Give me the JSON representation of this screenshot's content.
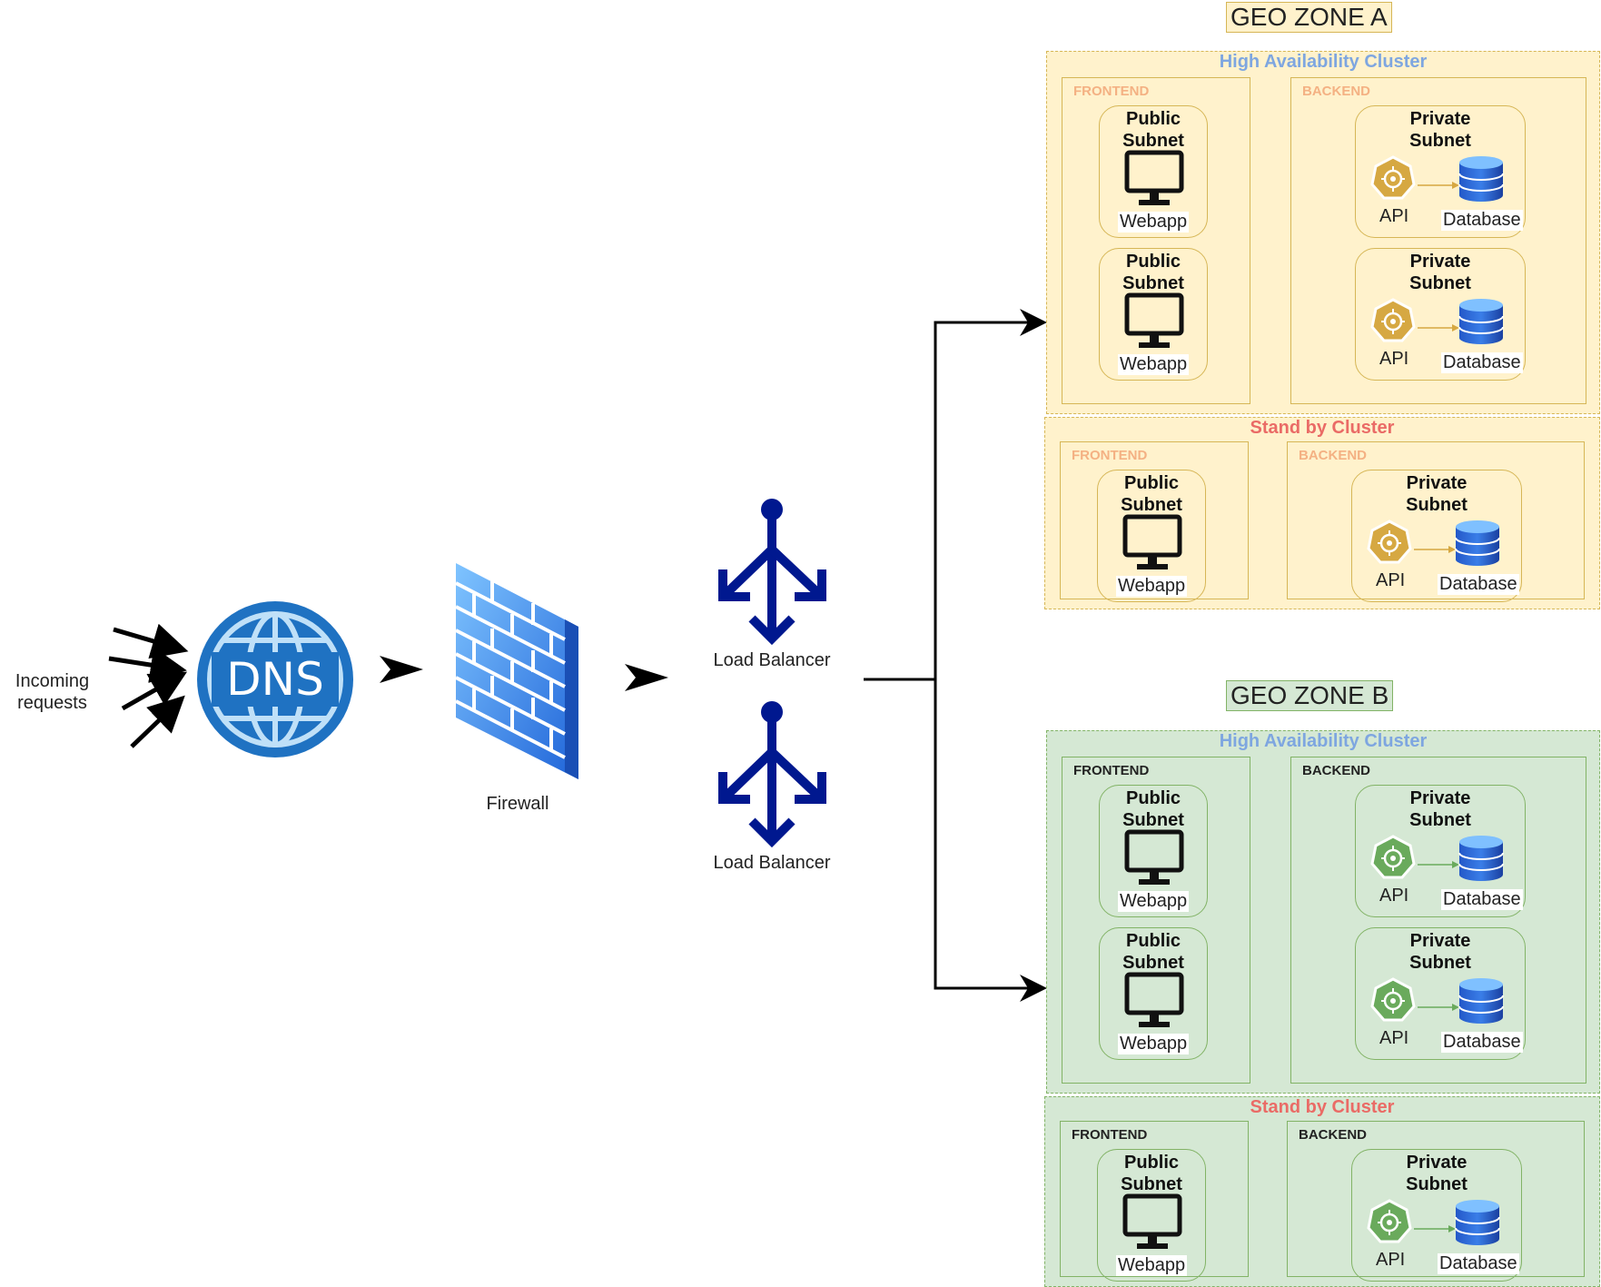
{
  "diagram": {
    "incoming_label": "Incoming\nrequests",
    "dns_label": "DNS",
    "firewall_label": "Firewall",
    "lb1_label": "Load Balancer",
    "lb2_label": "Load Balancer"
  },
  "zones": [
    {
      "title": "GEO ZONE A",
      "ha_cluster": {
        "title": "High Availability Cluster",
        "frontend_label": "FRONTEND",
        "backend_label": "BACKEND",
        "frontend_subnets": [
          {
            "title": "Public\nSubnet",
            "node": "Webapp"
          },
          {
            "title": "Public\nSubnet",
            "node": "Webapp"
          }
        ],
        "backend_subnets": [
          {
            "title": "Private\nSubnet",
            "api": "API",
            "db": "Database"
          },
          {
            "title": "Private\nSubnet",
            "api": "API",
            "db": "Database"
          }
        ]
      },
      "standby_cluster": {
        "title": "Stand by Cluster",
        "frontend_label": "FRONTEND",
        "backend_label": "BACKEND",
        "frontend_subnets": [
          {
            "title": "Public\nSubnet",
            "node": "Webapp"
          }
        ],
        "backend_subnets": [
          {
            "title": "Private\nSubnet",
            "api": "API",
            "db": "Database"
          }
        ]
      }
    },
    {
      "title": "GEO ZONE B",
      "ha_cluster": {
        "title": "High Availability Cluster",
        "frontend_label": "FRONTEND",
        "backend_label": "BACKEND",
        "frontend_subnets": [
          {
            "title": "Public\nSubnet",
            "node": "Webapp"
          },
          {
            "title": "Public\nSubnet",
            "node": "Webapp"
          }
        ],
        "backend_subnets": [
          {
            "title": "Private\nSubnet",
            "api": "API",
            "db": "Database"
          },
          {
            "title": "Private\nSubnet",
            "api": "API",
            "db": "Database"
          }
        ]
      },
      "standby_cluster": {
        "title": "Stand by Cluster",
        "frontend_label": "FRONTEND",
        "backend_label": "BACKEND",
        "frontend_subnets": [
          {
            "title": "Public\nSubnet",
            "node": "Webapp"
          }
        ],
        "backend_subnets": [
          {
            "title": "Private\nSubnet",
            "api": "API",
            "db": "Database"
          }
        ]
      }
    }
  ],
  "colors": {
    "zone_a_fill": "#fff2cc",
    "zone_b_fill": "#d5e8d4",
    "ha_title": "#7ea6e0",
    "standby_title": "#ea6b66",
    "dns_blue": "#1f72c2",
    "lb_navy": "#00188f",
    "api_gold": "#d6a842",
    "api_green": "#6aaa5c"
  }
}
